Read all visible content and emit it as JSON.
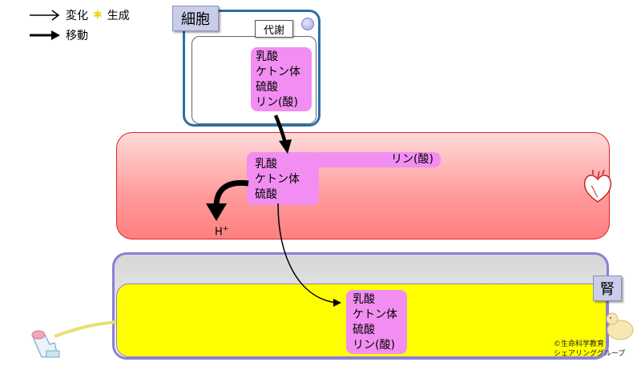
{
  "legend": {
    "change_label": "変化",
    "generate_label": "生成",
    "move_label": "移動"
  },
  "cell": {
    "tag": "細胞",
    "metabolism_label": "代謝",
    "substances": [
      "乳酸",
      "ケトン体",
      "硫酸",
      "リン(酸)"
    ]
  },
  "blood": {
    "substances": [
      "乳酸",
      "ケトン体",
      "硫酸"
    ],
    "phosphate_label": "リン(酸)",
    "h_ion": "H",
    "h_ion_charge": "+"
  },
  "kidney": {
    "tag": "腎",
    "urine_substances": [
      "乳酸",
      "ケトン体",
      "硫酸",
      "リン(酸)"
    ]
  },
  "copyright": {
    "line1": "©生命科学教育",
    "line2": "シェアリンググループ"
  },
  "colors": {
    "substance_box": "#f28ef2",
    "blood": "#ff9a9a",
    "urine": "#ffff00",
    "cell_border": "#2a6fa8",
    "kidney_border": "#8a7fd8"
  }
}
